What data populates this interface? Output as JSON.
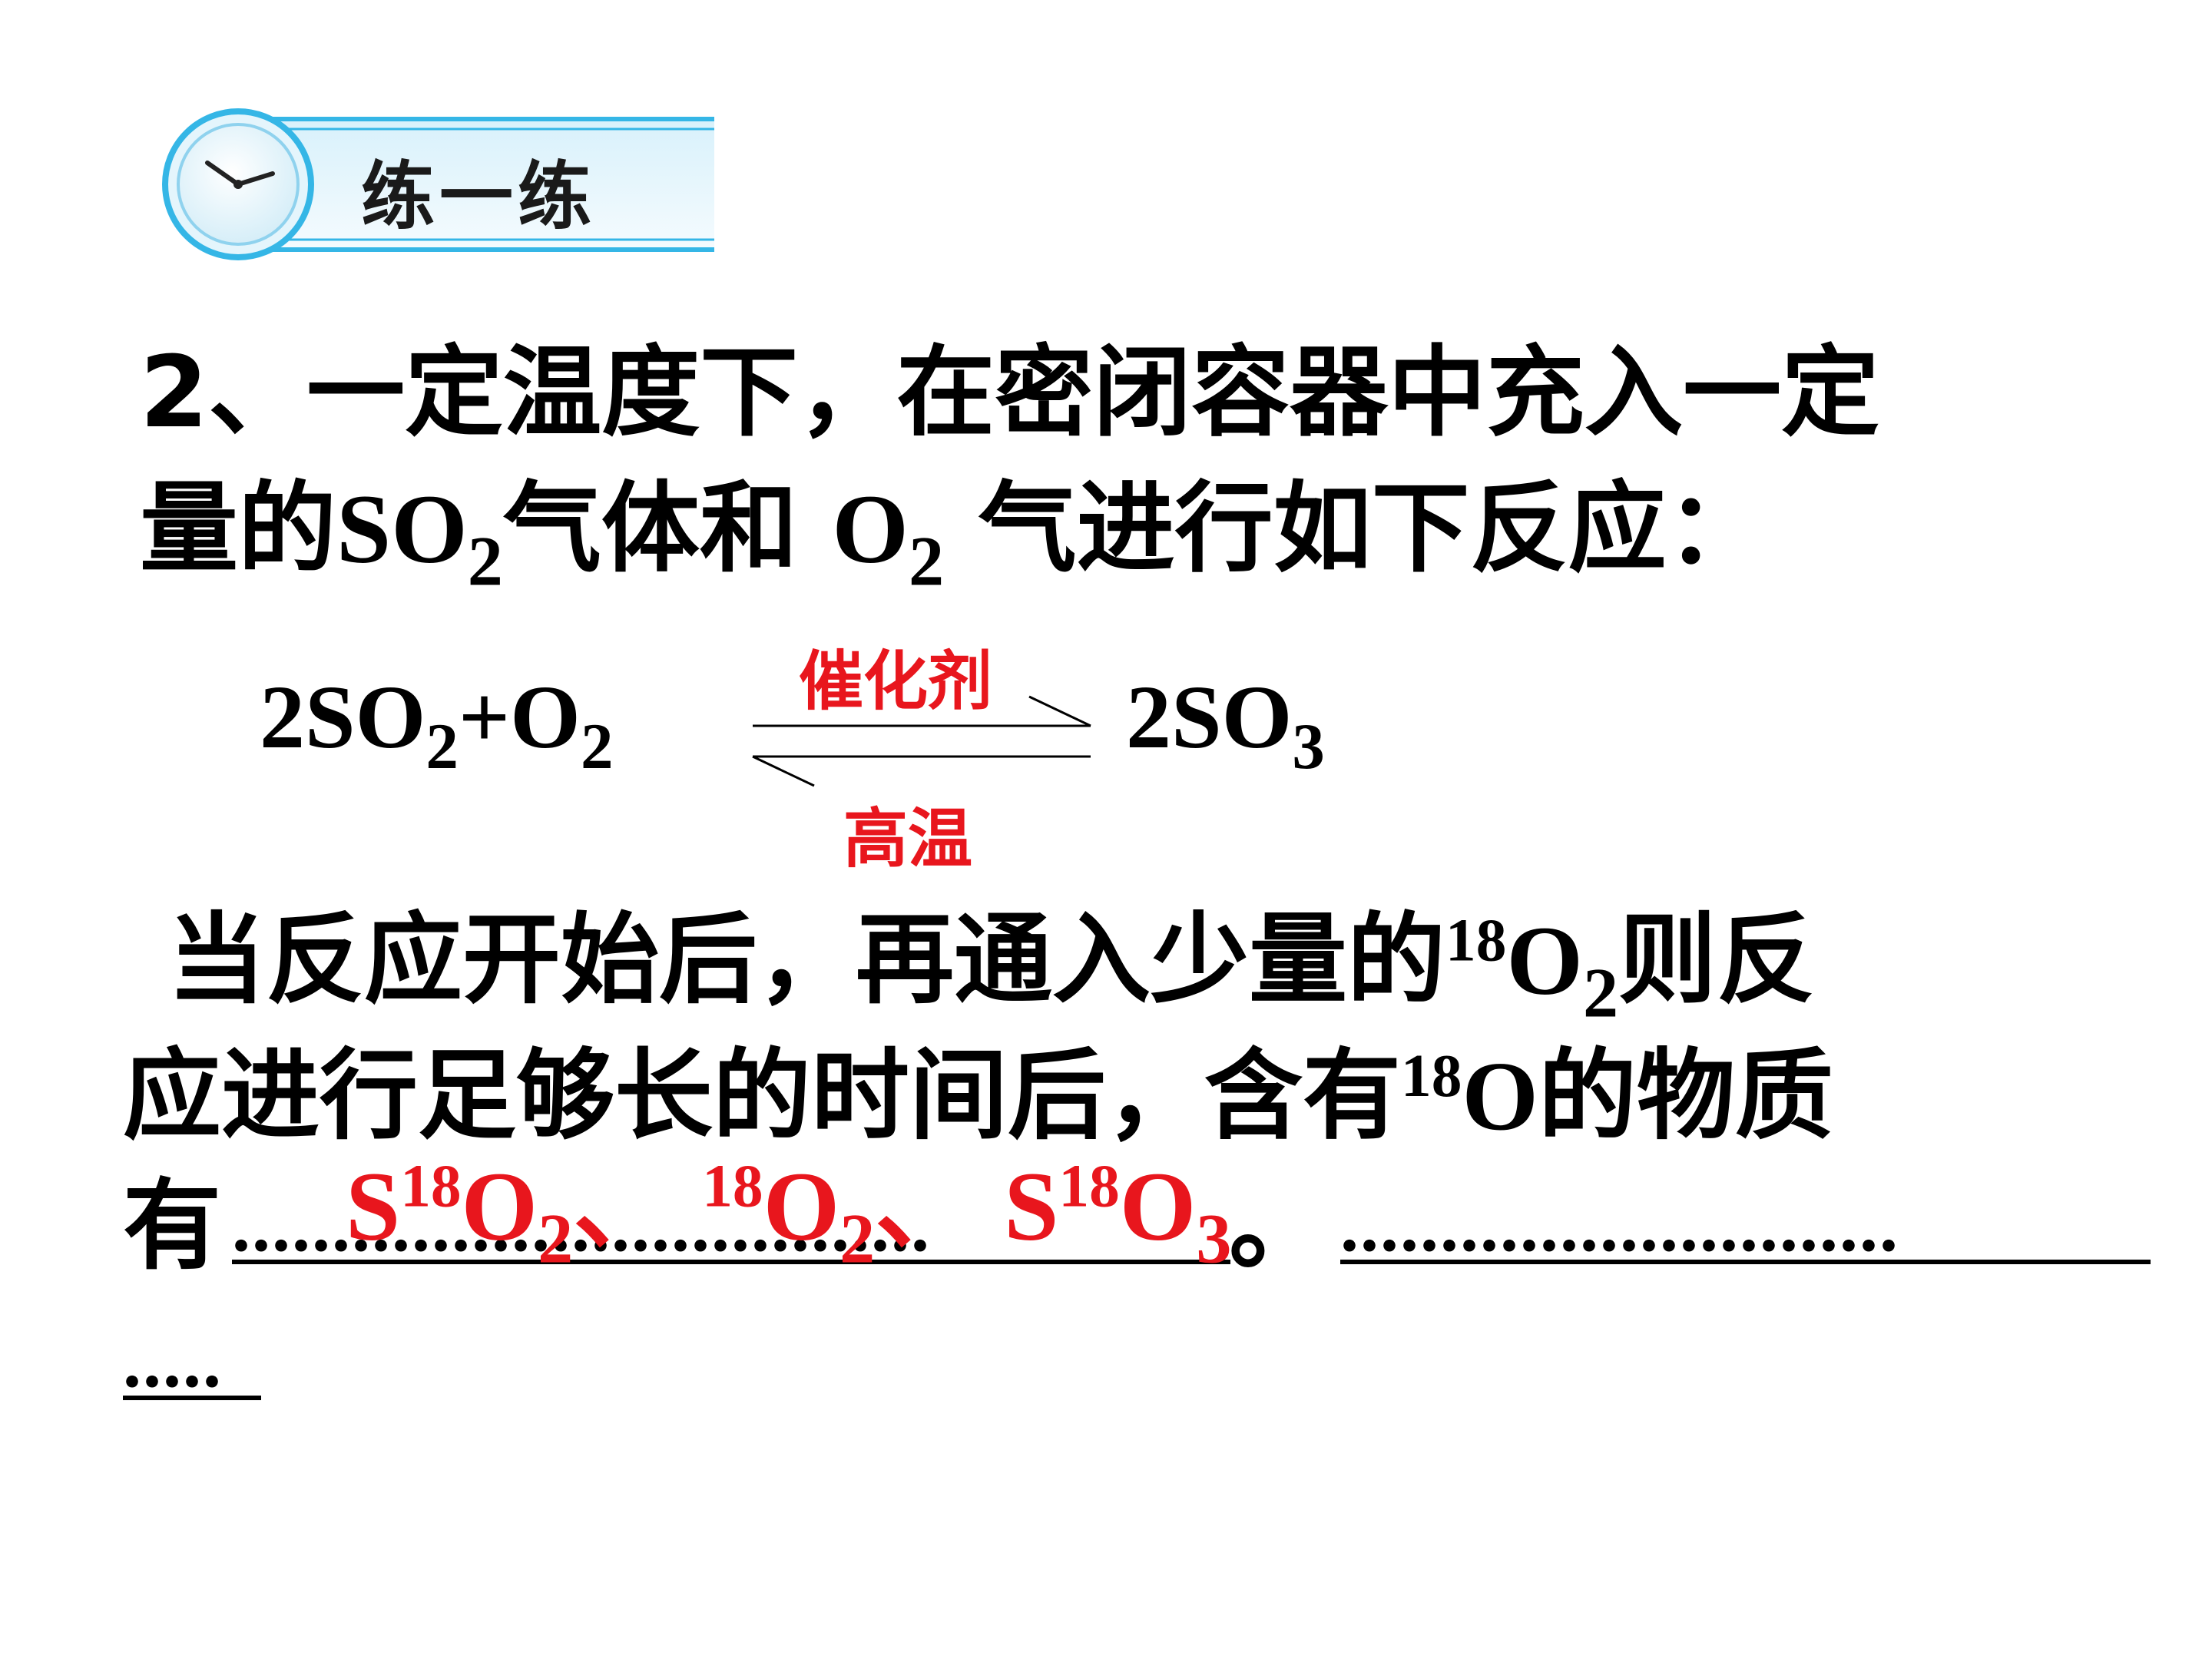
{
  "header": {
    "title": "练一练",
    "icon": "clock-icon"
  },
  "problem": {
    "line1": "2、一定温度下，在密闭容器中充入一定",
    "line2": {
      "a": "量的",
      "so": "SO",
      "sub1": "2",
      "b": "气体和 ",
      "o": "O",
      "sub2": "2",
      "c": " 气进行如下反应："
    },
    "line3": {
      "a": "当反应开始后，再通入少量的",
      "sup": "18",
      "o": "O",
      "sub": "2",
      "b": "则反"
    },
    "line4": {
      "a": "应进行足够长的时间后，含有",
      "sup": "18",
      "b": "O的物质"
    },
    "line5": {
      "prefix": "有",
      "suffix": "。"
    }
  },
  "equation": {
    "left": {
      "a": "2SO",
      "sub1": "2",
      "b": "+O",
      "sub2": "2"
    },
    "right": {
      "a": "2SO",
      "sub": "3"
    },
    "catalyst": "催化剂",
    "condition": "高温"
  },
  "answer": {
    "item1": {
      "s": "S",
      "sup": "18",
      "o": "O",
      "sub": "2",
      "sep": "、"
    },
    "item2": {
      "sup": "18",
      "o": "O",
      "sub": "2",
      "sep": "、"
    },
    "item3": {
      "s": "S",
      "sup": "18",
      "o": "O",
      "sub": "3"
    }
  },
  "colors": {
    "answer": "#e8161d",
    "text": "#000000",
    "banner": "#35b6e6"
  },
  "blanks": {
    "dots1": "...................................",
    "dots2": "............................",
    "dots3": "....."
  }
}
